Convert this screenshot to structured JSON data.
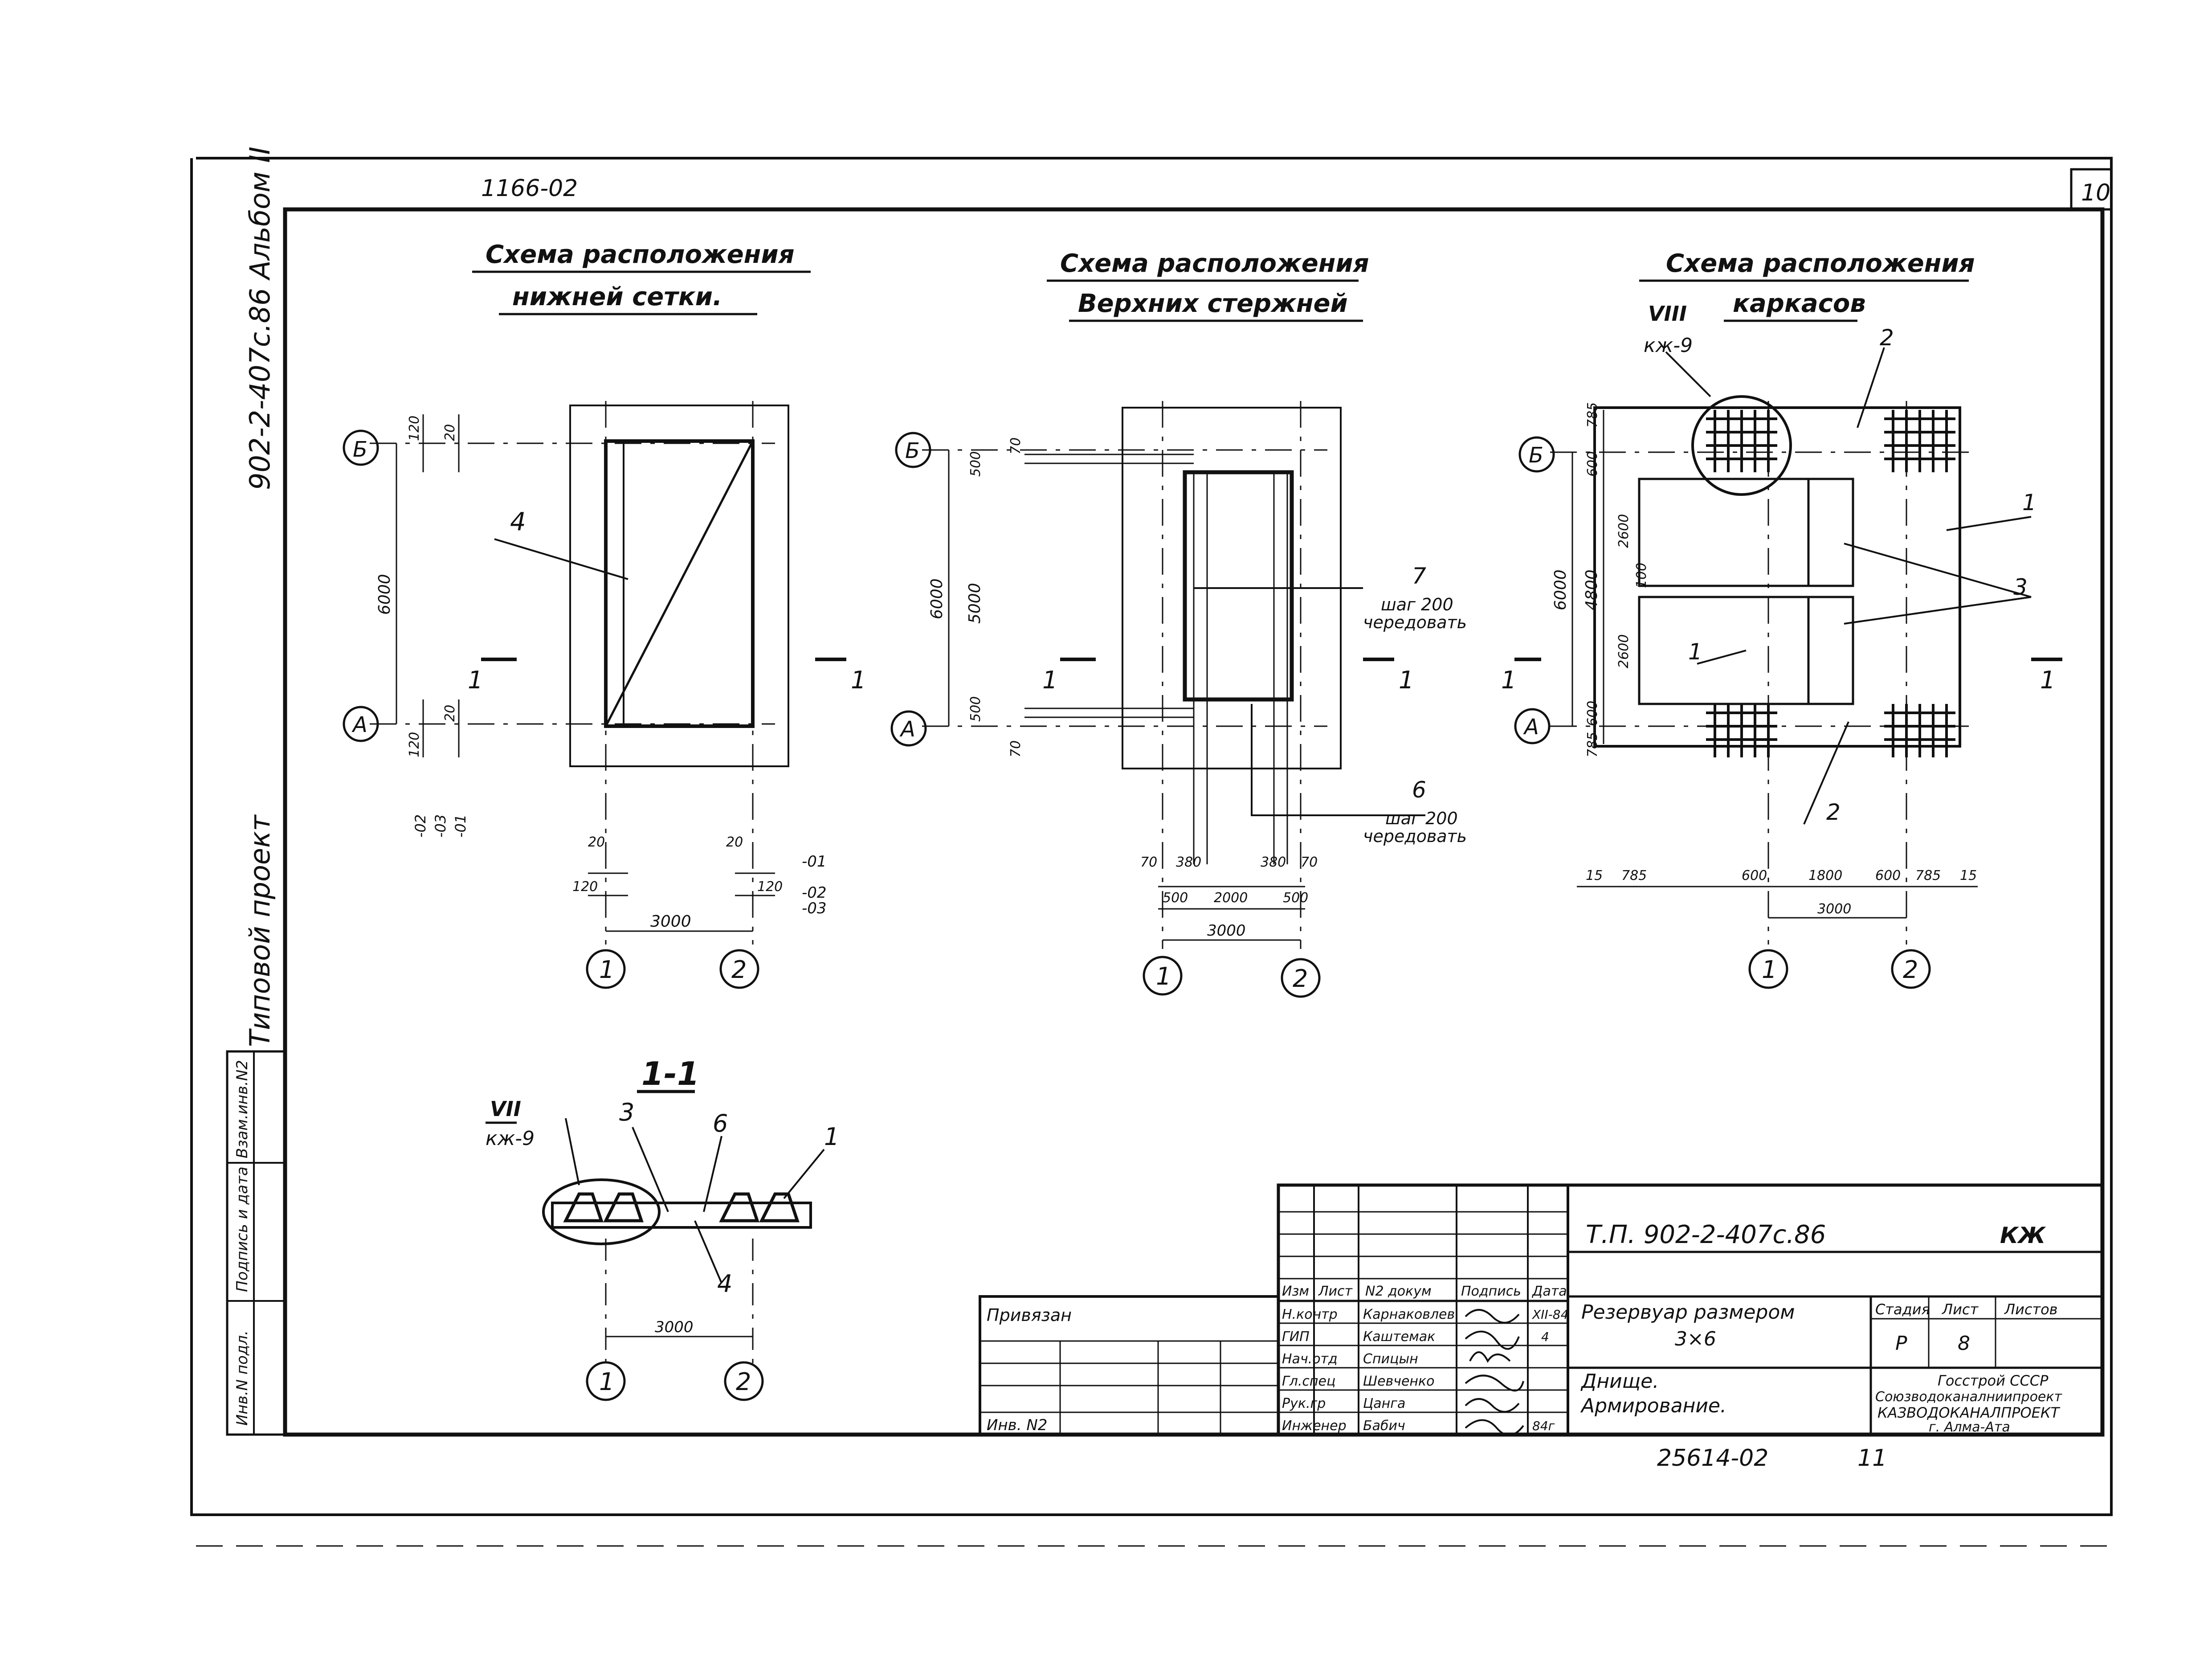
{
  "sheet": {
    "code_top": "1166-02",
    "sheet_number": "10",
    "side_album": "902-2-407c.86 Альбом II",
    "side_type": "Типовой проект",
    "side_stamp_cells": [
      "Инв.N подл.",
      "Подпись и дата",
      "Взам.инв.N2"
    ]
  },
  "plan_lower_mesh": {
    "title_line1": "Схема расположения",
    "title_line2": "нижней сетки.",
    "axis_b": "Б",
    "axis_a": "А",
    "axis_1": "1",
    "axis_2": "2",
    "dim_6000": "6000",
    "dim_3000": "3000",
    "dim_120": "120",
    "dim_20": "20",
    "label_4": "4",
    "section_1": "1",
    "marks_left": [
      "-02",
      "-03",
      "-01"
    ],
    "marks_right": [
      "-01",
      "-02",
      "-03"
    ]
  },
  "plan_upper_bars": {
    "title_line1": "Схема расположения",
    "title_line2": "Верхних стержней",
    "axis_b": "Б",
    "axis_a": "А",
    "axis_1": "1",
    "axis_2": "2",
    "dim_6000": "6000",
    "dim_5000": "5000",
    "dim_500": "500",
    "dim_70": "70",
    "dim_2000": "2000",
    "dim_3000": "3000",
    "dim_380": "380",
    "label_7": "7",
    "label_7_step": "шаг 200",
    "label_7_note": "чередовать",
    "label_6": "6",
    "label_6_step": "шаг 200",
    "label_6_note": "чередовать",
    "section_1": "1"
  },
  "plan_cages": {
    "title_line1": "Схема расположения",
    "title_line2": "каркасов",
    "node_ref": "VIII",
    "node_sheet": "кж-9",
    "axis_b": "Б",
    "axis_a": "А",
    "axis_1": "1",
    "axis_2": "2",
    "dim_6000": "6000",
    "dim_4800": "4800",
    "dim_2600": "2600",
    "dim_600": "600",
    "dim_785": "785",
    "dim_15": "15",
    "dim_1800": "1800",
    "dim_3000": "3000",
    "dim_100": "100",
    "label_1": "1",
    "label_2": "2",
    "label_3": "3",
    "section_1": "1"
  },
  "section": {
    "title": "1-1",
    "node_ref": "VII",
    "node_sheet": "кж-9",
    "label_3": "3",
    "label_6": "6",
    "label_1": "1",
    "label_4": "4",
    "dim_3000": "3000",
    "axis_1": "1",
    "axis_2": "2"
  },
  "title_block": {
    "doc_code": "Т.П. 902-2-407с.86",
    "mark": "КЖ",
    "privyazan": "Привязан",
    "inv_no": "Инв. N2",
    "header": [
      "Изм",
      "Лист",
      "N2 докум",
      "Подпись",
      "Дата"
    ],
    "roles": [
      "Н.контр",
      "ГИП",
      "Нач.отд",
      "Гл.спец",
      "Рук.гр",
      "Инженер"
    ],
    "names": [
      "Карнаковлев",
      "Каштемак",
      "Спицын",
      "Шевченко",
      "Цанга",
      "Бабич"
    ],
    "date_vals": [
      "XII-84",
      "4",
      "",
      "",
      "",
      "84г"
    ],
    "object_line1": "Резервуар размером",
    "object_line2": "3×6",
    "sheet_line1": "Днище.",
    "sheet_line2": "Армирование.",
    "stage_header": [
      "Стадия",
      "Лист",
      "Листов"
    ],
    "stage_vals": [
      "Р",
      "8",
      ""
    ],
    "org_line1": "Госстрой СССР",
    "org_line2": "Союзводоканалниипроект",
    "org_line3": "КАЗВОДОКАНАЛПРОЕКТ",
    "org_line4": "г. Алма-Ата",
    "bottom_number": "25614-02",
    "bottom_page": "11"
  }
}
